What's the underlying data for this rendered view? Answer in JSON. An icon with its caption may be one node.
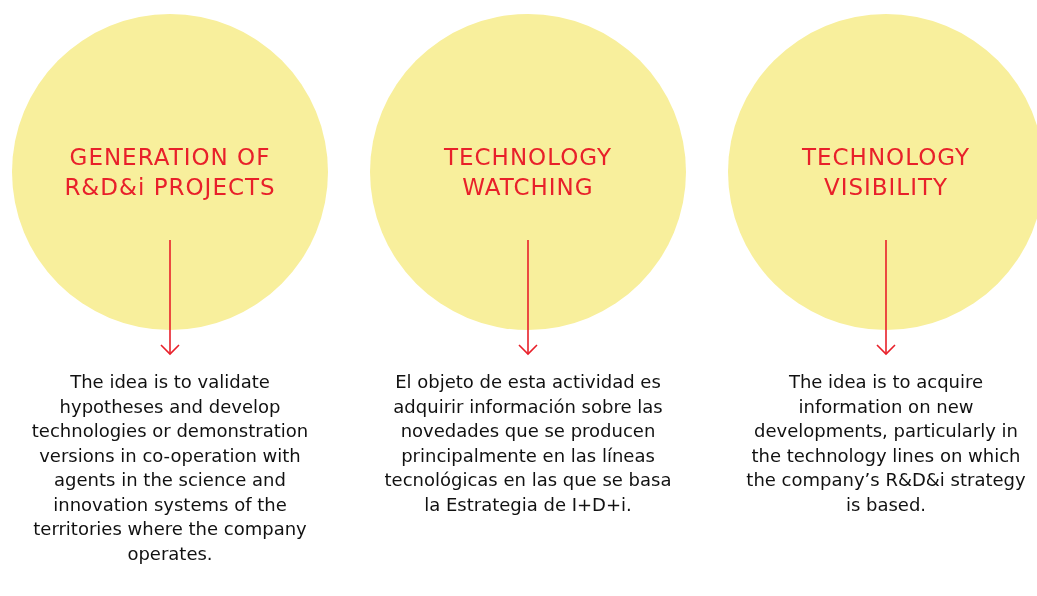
{
  "diagram": {
    "nodes": [
      {
        "text": [
          "GENERATION OF R&D&i PROJECTS"
        ]
      },
      {
        "text": [
          "TECHNOLOGY WATCHING"
        ]
      },
      {
        "text": [
          "TECHNOLOGY VISIBILITY"
        ]
      },
      {
        "text": [
          "The idea is to validate hypotheses and develop technologies or demonstration versions in co-operation with agents in the science and innovation systems of the territories where the company operates."
        ]
      },
      {
        "text": [
          "El objeto de esta actividad es adquirir información sobre las novedades que se producen principalmente en las líneas tecnológicas en las que se basa la Estrategia de I+D+i."
        ]
      },
      {
        "text": [
          "The idea is to acquire information on new developments, particularly in the technology lines on which the company’s R&D&i strategy is based."
        ]
      }
    ],
    "edges": [
      {
        "from": 0,
        "to": 3,
        "arrow": "to"
      },
      {
        "from": 1,
        "to": 4,
        "arrow": "to"
      },
      {
        "from": 2,
        "to": 5,
        "arrow": "to"
      }
    ]
  }
}
